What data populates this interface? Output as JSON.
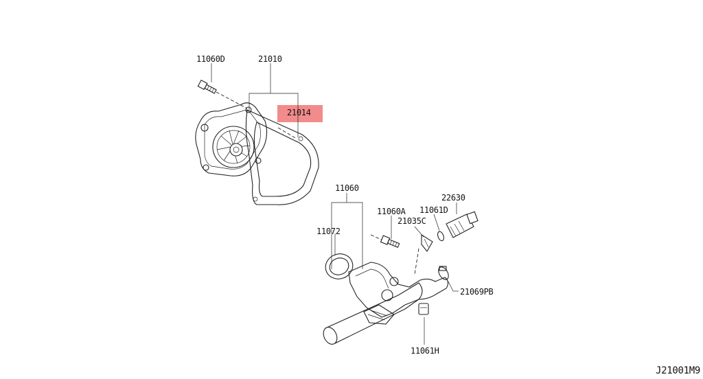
{
  "parts": [
    {
      "id": "p11060D",
      "label": "11060D"
    },
    {
      "id": "p21010",
      "label": "21010"
    },
    {
      "id": "p21014",
      "label": "21014"
    },
    {
      "id": "p11060",
      "label": "11060"
    },
    {
      "id": "p11072",
      "label": "11072"
    },
    {
      "id": "p11060A",
      "label": "11060A"
    },
    {
      "id": "p21035C",
      "label": "21035C"
    },
    {
      "id": "p11061D",
      "label": "11061D"
    },
    {
      "id": "p22630",
      "label": "22630"
    },
    {
      "id": "p21069PB",
      "label": "21069PB"
    },
    {
      "id": "p11061H",
      "label": "11061H"
    }
  ],
  "highlight_color": "#f28b8b",
  "diagram_code": "J21001M9"
}
